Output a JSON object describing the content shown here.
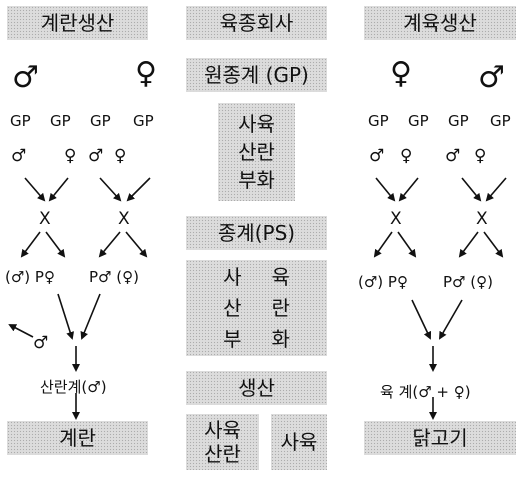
{
  "left": {
    "title": "계란생산",
    "male": "♂",
    "female": "♀",
    "gp": [
      "GP",
      "GP",
      "GP",
      "GP"
    ],
    "sexes": [
      "♂",
      "♀",
      "♂",
      "♀"
    ],
    "cross": [
      "X",
      "X"
    ],
    "ps_left": "(♂) P♀",
    "ps_right": "P♂ (♀)",
    "discard": "♂",
    "layer": "산란계(♂)",
    "product": "계란"
  },
  "center": {
    "title": "육종회사",
    "gp_title": "원종계 (GP)",
    "gp_tasks": [
      "사육",
      "산란",
      "부화"
    ],
    "ps_title": "종계(PS)",
    "ps_tasks": [
      "사",
      "육",
      "산",
      "란",
      "부",
      "화"
    ],
    "prod_title": "생산",
    "prod_left": [
      "사육",
      "산란"
    ],
    "prod_right": "사육"
  },
  "right": {
    "title": "계육생산",
    "female": "♀",
    "male": "♂",
    "gp": [
      "GP",
      "GP",
      "GP",
      "GP"
    ],
    "sexes": [
      "♂",
      "♀",
      "♂",
      "♀"
    ],
    "cross": [
      "X",
      "X"
    ],
    "ps_left": "(♂) P♀",
    "ps_right": "P♂ (♀)",
    "broiler": "육 계(♂ + ♀)",
    "product": "닭고기"
  }
}
